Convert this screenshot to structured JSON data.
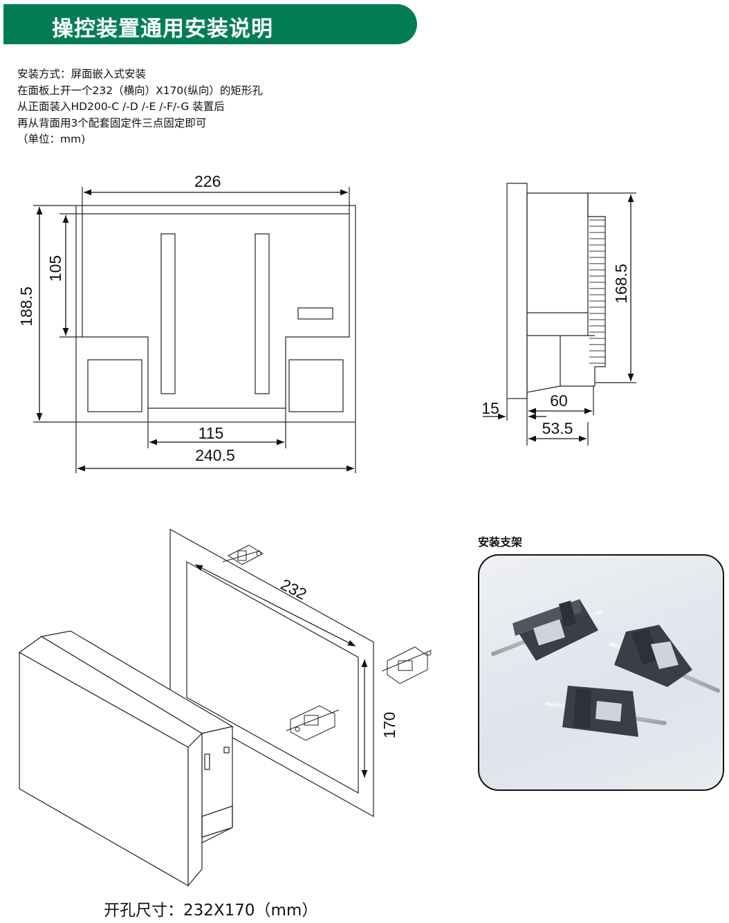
{
  "title": "操控装置通用安装说明",
  "description": [
    "安装方式：屏面嵌入式安装",
    "在面板上开一个232（横向）X170(纵向）的矩形孔",
    "从正面装入HD200-C /-D /-E /-F/-G 装置后",
    "再从背面用3个配套固定件三点固定即可",
    "（单位：mm)"
  ],
  "front_view": {
    "top_width": "226",
    "total_height": "188.5",
    "upper_height": "105",
    "inner_width": "115",
    "total_width": "240.5"
  },
  "side_view": {
    "height": "168.5",
    "front_thickness": "15",
    "body_depth": "60",
    "lower_depth": "53.5"
  },
  "iso_view": {
    "cutout_width": "232",
    "cutout_height": "170"
  },
  "bracket_title": "安装支架",
  "caption": "开孔尺寸：232X170（mm）"
}
